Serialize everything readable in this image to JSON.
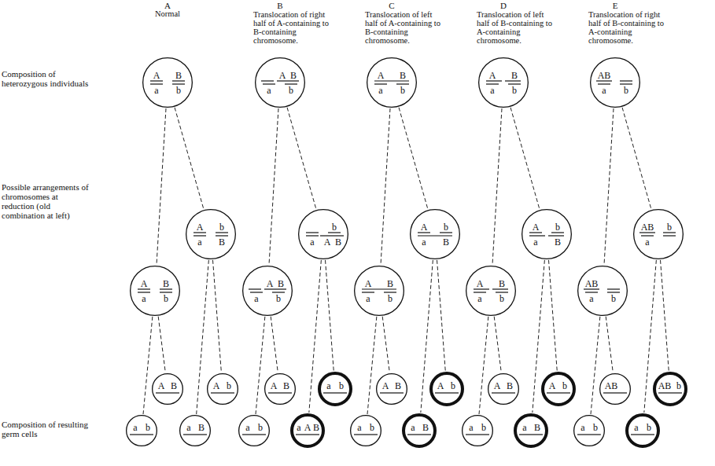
{
  "diagram": {
    "nodes": [
      {
        "text": [
          "A",
          "B",
          "a",
          "b"
        ]
      },
      {
        "text": [
          "A",
          "B",
          "a",
          "b"
        ]
      },
      {
        "text": [
          "A",
          "B",
          "a",
          "b"
        ]
      },
      {
        "text": [
          "A",
          "B",
          "a",
          "b"
        ]
      },
      {
        "text": [
          "AB",
          "a",
          "b"
        ]
      },
      {
        "text": [
          "A",
          "B",
          "a",
          "b"
        ]
      },
      {
        "text": [
          "A",
          "b",
          "a",
          "B"
        ]
      },
      {
        "text": [
          "A",
          "B",
          "a",
          "b"
        ]
      },
      {
        "text": [
          "b",
          "a",
          "A",
          "B"
        ]
      },
      {
        "text": [
          "A",
          "B",
          "a",
          "b"
        ]
      },
      {
        "text": [
          "A",
          "b",
          "a",
          "B"
        ]
      },
      {
        "text": [
          "A",
          "B",
          "a",
          "b"
        ]
      },
      {
        "text": [
          "A",
          "b",
          "a",
          "B"
        ]
      },
      {
        "text": [
          "AB",
          "a",
          "b"
        ]
      },
      {
        "text": [
          "AB",
          "b",
          "a"
        ]
      },
      {
        "text": [
          "A",
          "B"
        ]
      },
      {
        "text": [
          "A",
          "b"
        ]
      },
      {
        "text": [
          "A",
          "B"
        ]
      },
      {
        "text": [
          "a",
          "b"
        ]
      },
      {
        "text": [
          "A",
          "B"
        ]
      },
      {
        "text": [
          "A",
          "b"
        ]
      },
      {
        "text": [
          "A",
          "B"
        ]
      },
      {
        "text": [
          "A",
          "b"
        ]
      },
      {
        "text": [
          "AB"
        ]
      },
      {
        "text": [
          "AB",
          "b"
        ]
      },
      {
        "text": [
          "a",
          "b"
        ]
      },
      {
        "text": [
          "a",
          "B"
        ]
      },
      {
        "text": [
          "a",
          "b"
        ]
      },
      {
        "text": [
          "a",
          "A",
          "B"
        ]
      },
      {
        "text": [
          "a",
          "b"
        ]
      },
      {
        "text": [
          "a",
          "B"
        ]
      },
      {
        "text": [
          "a",
          "b"
        ]
      },
      {
        "text": [
          "a",
          "B"
        ]
      },
      {
        "text": [
          "a",
          "b"
        ]
      },
      {
        "text": [
          "a",
          "b"
        ]
      }
    ],
    "edges": [
      {
        "from": 0,
        "to": 5,
        "arrow": "none"
      },
      {
        "from": 0,
        "to": 6,
        "arrow": "none"
      },
      {
        "from": 1,
        "to": 7,
        "arrow": "none"
      },
      {
        "from": 1,
        "to": 8,
        "arrow": "none"
      },
      {
        "from": 2,
        "to": 9,
        "arrow": "none"
      },
      {
        "from": 2,
        "to": 10,
        "arrow": "none"
      },
      {
        "from": 3,
        "to": 11,
        "arrow": "none"
      },
      {
        "from": 3,
        "to": 12,
        "arrow": "none"
      },
      {
        "from": 4,
        "to": 13,
        "arrow": "none"
      },
      {
        "from": 4,
        "to": 14,
        "arrow": "none"
      },
      {
        "from": 5,
        "to": 15,
        "arrow": "none"
      },
      {
        "from": 5,
        "to": 25,
        "arrow": "none"
      },
      {
        "from": 6,
        "to": 16,
        "arrow": "none"
      },
      {
        "from": 6,
        "to": 26,
        "arrow": "none"
      },
      {
        "from": 7,
        "to": 17,
        "arrow": "none"
      },
      {
        "from": 7,
        "to": 27,
        "arrow": "none"
      },
      {
        "from": 8,
        "to": 18,
        "arrow": "none"
      },
      {
        "from": 8,
        "to": 28,
        "arrow": "none"
      },
      {
        "from": 9,
        "to": 19,
        "arrow": "none"
      },
      {
        "from": 9,
        "to": 29,
        "arrow": "none"
      },
      {
        "from": 10,
        "to": 20,
        "arrow": "none"
      },
      {
        "from": 10,
        "to": 30,
        "arrow": "none"
      },
      {
        "from": 11,
        "to": 21,
        "arrow": "none"
      },
      {
        "from": 11,
        "to": 31,
        "arrow": "none"
      },
      {
        "from": 12,
        "to": 22,
        "arrow": "none"
      },
      {
        "from": 12,
        "to": 32,
        "arrow": "none"
      },
      {
        "from": 13,
        "to": 23,
        "arrow": "none"
      },
      {
        "from": 13,
        "to": 33,
        "arrow": "none"
      },
      {
        "from": 14,
        "to": 24,
        "arrow": "none"
      },
      {
        "from": 14,
        "to": 34,
        "arrow": "none"
      }
    ],
    "labels": [
      "A",
      "Normal",
      "B",
      "Translocation of right half of A-containing to B-containing chromosome.",
      "C",
      "Translocation of left half of A-containing to B-containing chromosome.",
      "D",
      "Translocation of left half of B-containing to A-containing chromosome.",
      "E",
      "Translocation of right half of B-containing to A-containing chromosome.",
      "Composition of heterozygous individuals",
      "Possible arrangements of chromosomes at reduction (old combination at left)",
      "Composition of resulting germ cells"
    ]
  }
}
